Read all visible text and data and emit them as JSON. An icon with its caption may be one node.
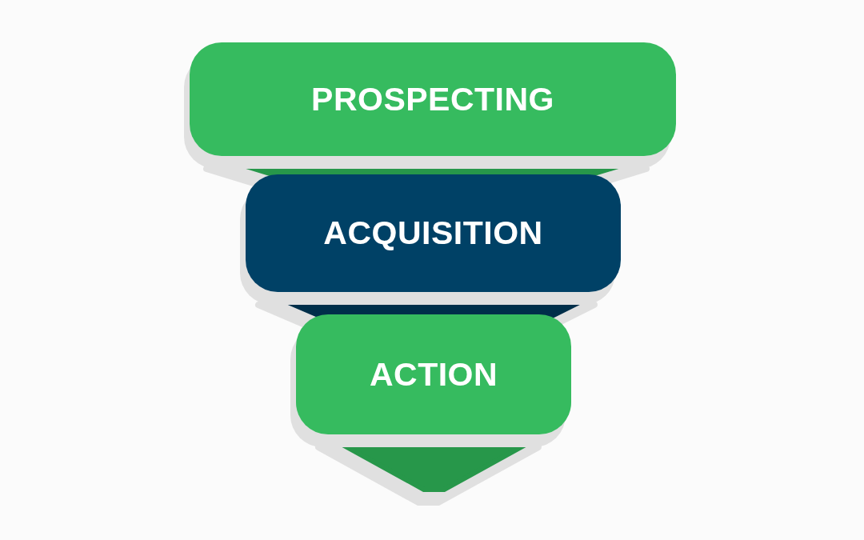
{
  "diagram": {
    "nodes": [
      {
        "text": [
          "PROSPECTING"
        ]
      },
      {
        "text": [
          "ACQUISITION"
        ]
      },
      {
        "text": [
          "ACTION"
        ]
      }
    ]
  }
}
